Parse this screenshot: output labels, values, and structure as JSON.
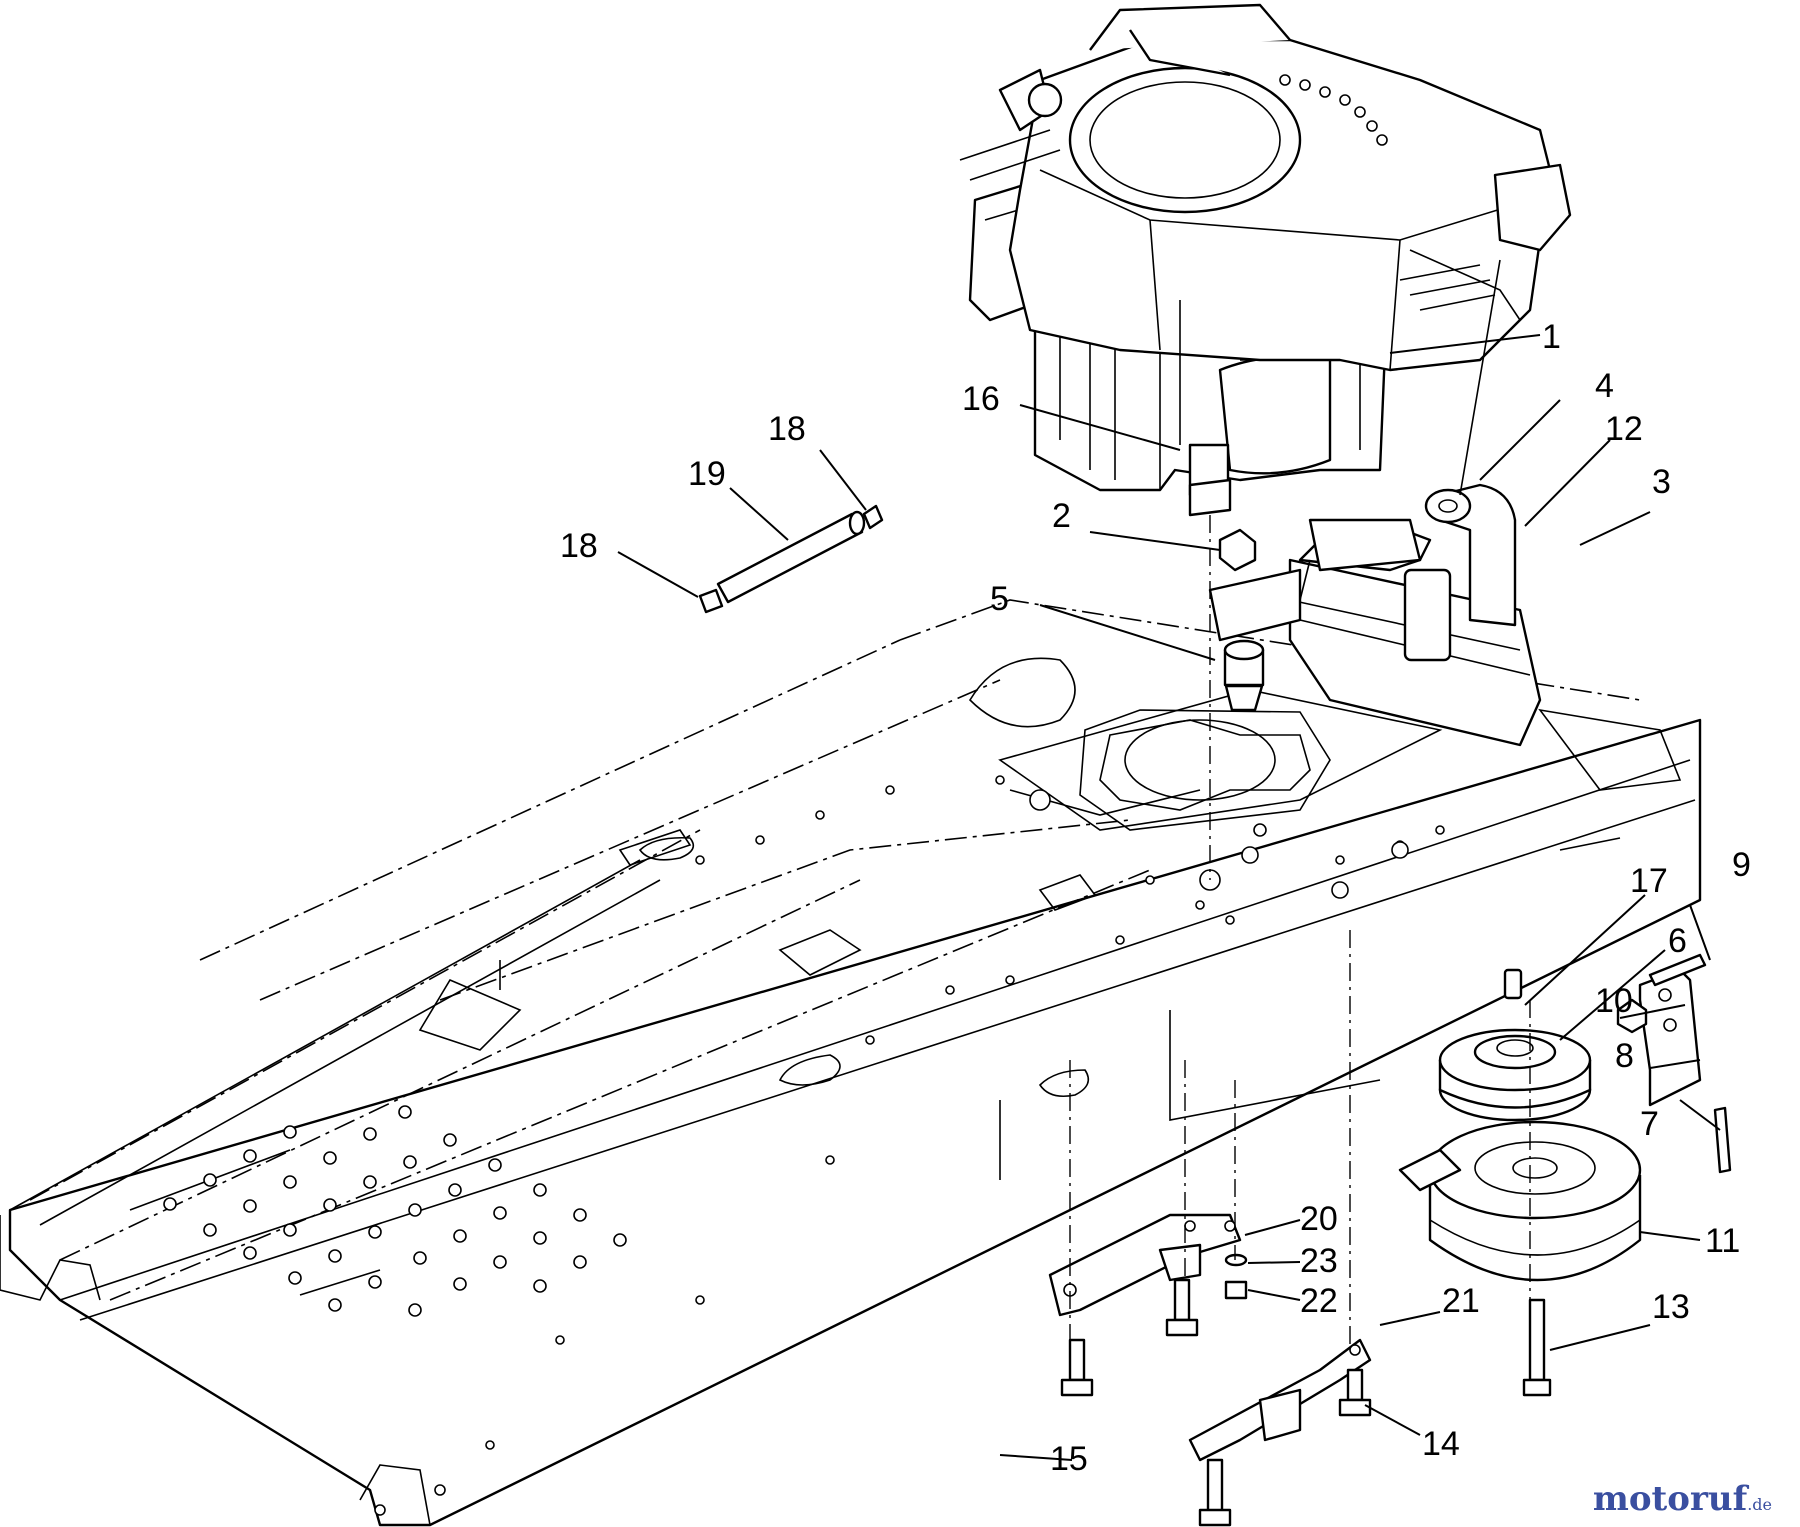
{
  "labels": {
    "l1": "1",
    "l2": "2",
    "l3": "3",
    "l4": "4",
    "l5": "5",
    "l6": "6",
    "l7": "7",
    "l8": "8",
    "l9": "9",
    "l10": "10",
    "l11": "11",
    "l12": "12",
    "l13": "13",
    "l14": "14",
    "l15": "15",
    "l16": "16",
    "l17": "17",
    "l18a": "18",
    "l18b": "18",
    "l19": "19",
    "l20": "20",
    "l21": "21",
    "l22": "22",
    "l23": "23"
  },
  "watermark": {
    "text": "motoruf",
    "suffix": ".de"
  },
  "colors": {
    "watermark_main": "#3a4fa0",
    "watermark_accent": "#e0861a"
  }
}
